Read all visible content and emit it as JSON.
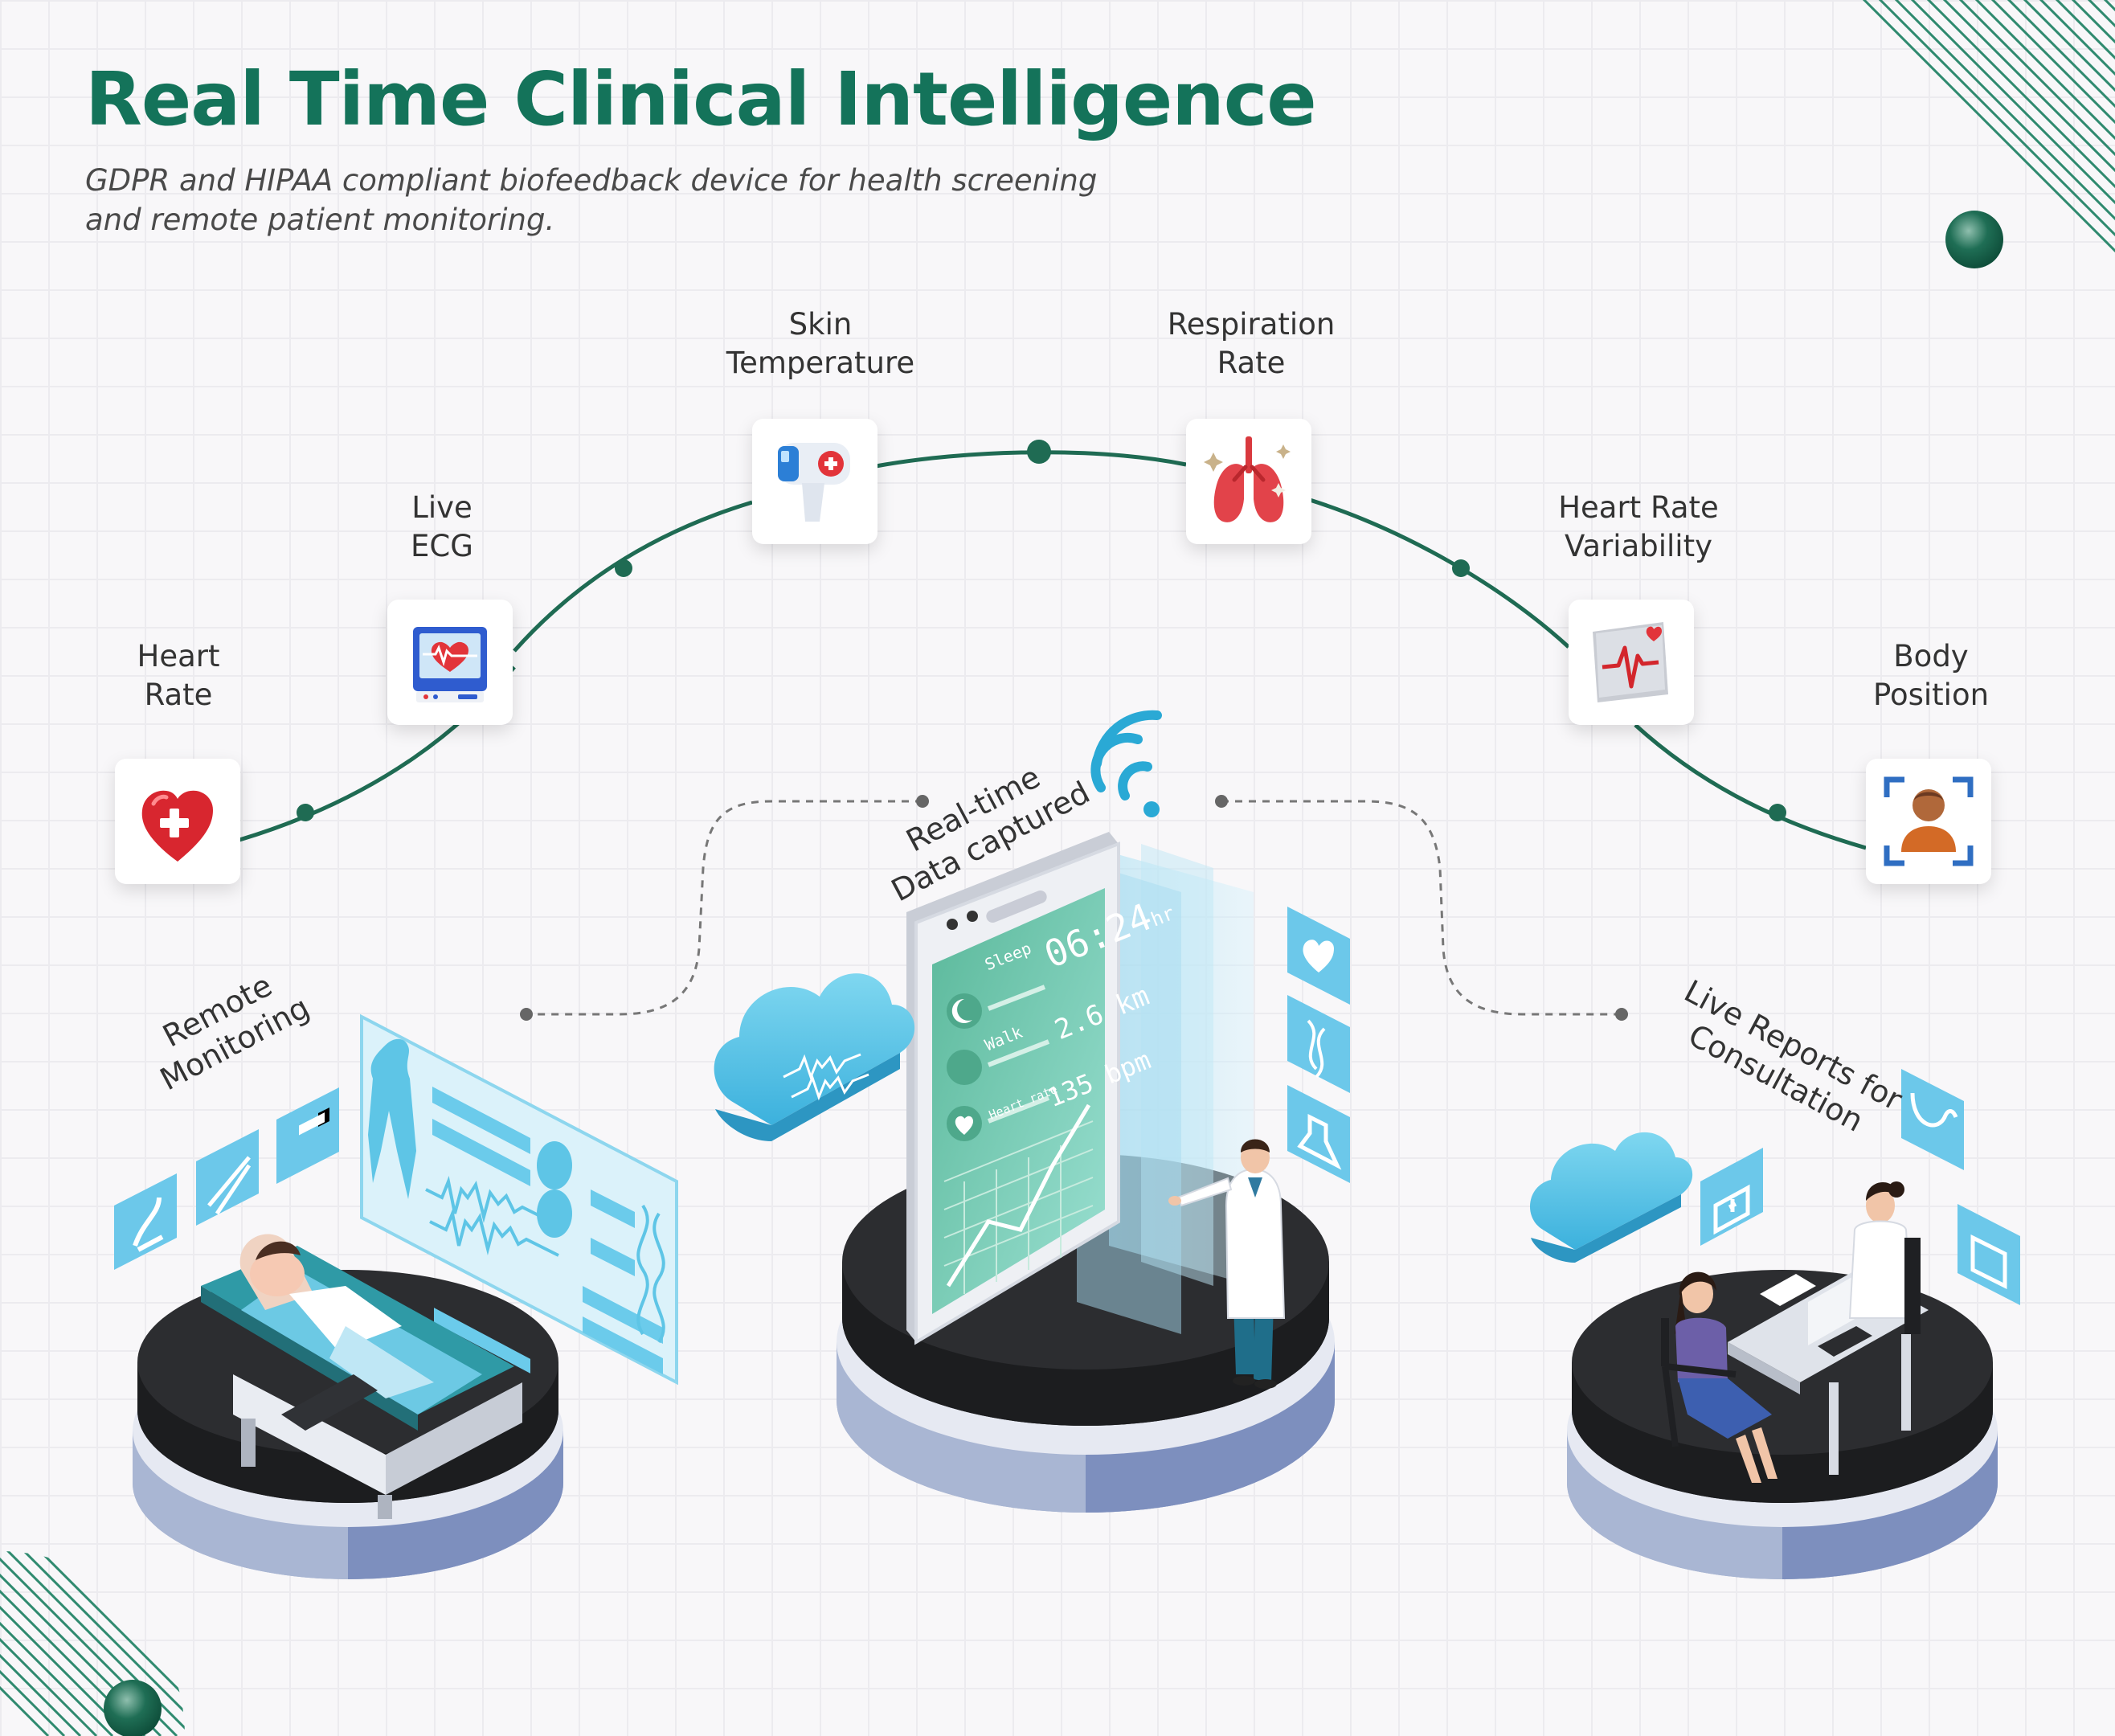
{
  "header": {
    "title": "Real Time Clinical Intelligence",
    "subtitle_line1": "GDPR and HIPAA compliant biofeedback device for health screening",
    "subtitle_line2": "and remote patient monitoring."
  },
  "metrics": [
    {
      "line1": "Heart",
      "line2": "Rate",
      "icon": "heart-icon"
    },
    {
      "line1": "Live",
      "line2": "ECG",
      "icon": "ecg-monitor-icon"
    },
    {
      "line1": "Skin",
      "line2": "Temperature",
      "icon": "thermometer-gun-icon"
    },
    {
      "line1": "Respiration",
      "line2": "Rate",
      "icon": "lungs-icon"
    },
    {
      "line1": "Heart Rate",
      "line2": "Variability",
      "icon": "hrv-chart-icon"
    },
    {
      "line1": "Body",
      "line2": "Position",
      "icon": "body-position-icon"
    }
  ],
  "platforms": {
    "left": {
      "line1": "Remote",
      "line2": "Monitoring"
    },
    "center": {
      "line1": "Real-time",
      "line2": "Data captured"
    },
    "right": {
      "line1": "Live Reports for",
      "line2": "Consultation"
    }
  },
  "phone": {
    "time": "06:24",
    "time_unit": "hr",
    "sleep_label": "Sleep",
    "walk_label": "Walk",
    "walk_value": "2.6 km",
    "heart_label": "Heart rate",
    "heart_value": "135 bpm"
  },
  "colors": {
    "accent": "#14735a",
    "cyan": "#5ec5e6",
    "platform_dark": "#252628",
    "platform_blue": "#7f93c0"
  }
}
